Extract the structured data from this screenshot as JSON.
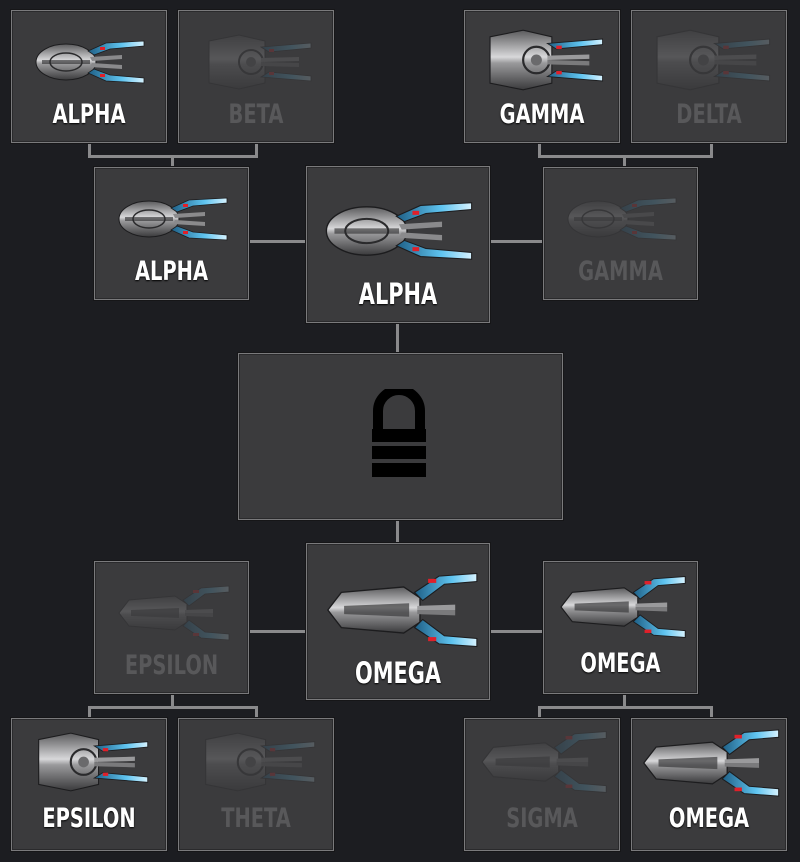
{
  "tree": {
    "top_left_pair": [
      {
        "label": "ALPHA",
        "state": "unlocked"
      },
      {
        "label": "BETA",
        "state": "locked"
      }
    ],
    "top_right_pair": [
      {
        "label": "GAMMA",
        "state": "unlocked"
      },
      {
        "label": "DELTA",
        "state": "locked"
      }
    ],
    "upper_row": [
      {
        "label": "ALPHA",
        "state": "unlocked"
      },
      {
        "label": "ALPHA",
        "state": "unlocked",
        "featured": true
      },
      {
        "label": "GAMMA",
        "state": "locked"
      }
    ],
    "center": {
      "icon": "padlock-icon",
      "state": "locked"
    },
    "lower_row": [
      {
        "label": "EPSILON",
        "state": "locked"
      },
      {
        "label": "OMEGA",
        "state": "unlocked",
        "featured": true
      },
      {
        "label": "OMEGA",
        "state": "unlocked"
      }
    ],
    "bottom_left_pair": [
      {
        "label": "EPSILON",
        "state": "unlocked"
      },
      {
        "label": "THETA",
        "state": "locked"
      }
    ],
    "bottom_right_pair": [
      {
        "label": "SIGMA",
        "state": "locked"
      },
      {
        "label": "OMEGA",
        "state": "unlocked"
      }
    ]
  },
  "colors": {
    "background": "#1c1d21",
    "card": "#3b3b3d",
    "card_border": "#7a7a7c",
    "connector": "#8a8a8c",
    "engine_glow": "#49b6e6",
    "accent_red": "#e0202a",
    "label_unlocked": "#ffffff",
    "label_locked": "#58585a"
  }
}
